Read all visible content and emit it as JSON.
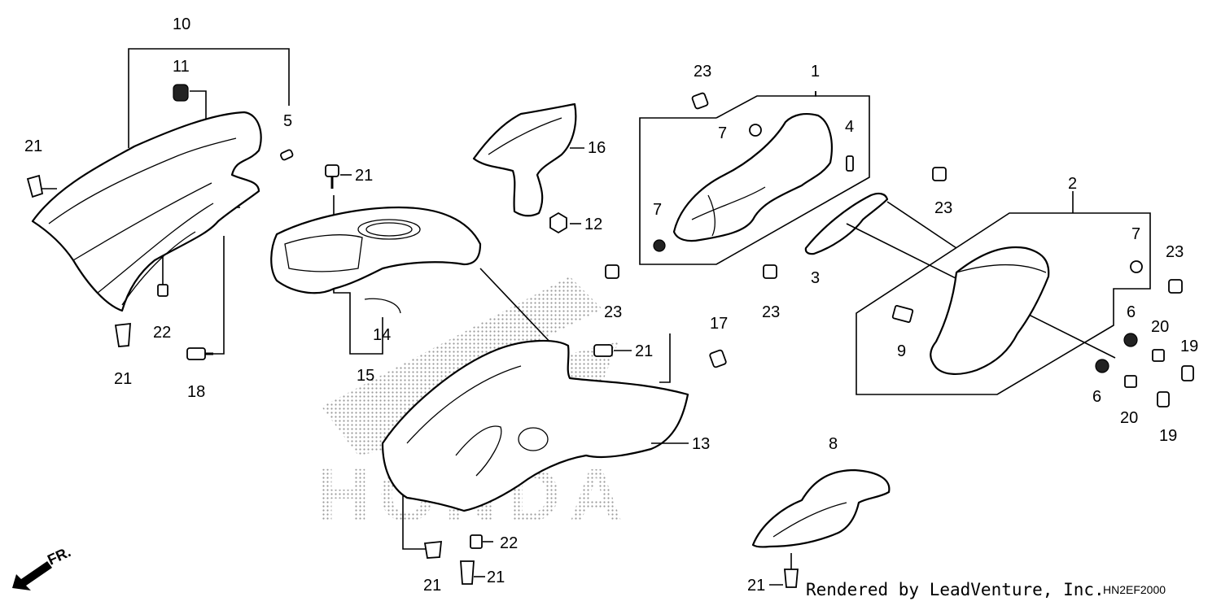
{
  "callouts": {
    "c1": "1",
    "c2": "2",
    "c3": "3",
    "c4": "4",
    "c5": "5",
    "c6a": "6",
    "c6b": "6",
    "c7a": "7",
    "c7b": "7",
    "c7c": "7",
    "c8": "8",
    "c9": "9",
    "c10": "10",
    "c11": "11",
    "c12": "12",
    "c13": "13",
    "c14": "14",
    "c15": "15",
    "c16": "16",
    "c17": "17",
    "c18": "18",
    "c19a": "19",
    "c19b": "19",
    "c20a": "20",
    "c20b": "20",
    "c21a": "21",
    "c21b": "21",
    "c21c": "21",
    "c21d": "21",
    "c21e": "21",
    "c21f": "21",
    "c21g": "21",
    "c22a": "22",
    "c22b": "22",
    "c23a": "23",
    "c23b": "23",
    "c23c": "23",
    "c23d": "23",
    "c23e": "23"
  },
  "direction_label": "FR.",
  "watermark": "HONDA",
  "footer": {
    "credit": "Rendered by LeadVenture, Inc.",
    "diagram_code": "HN2EF2000"
  }
}
